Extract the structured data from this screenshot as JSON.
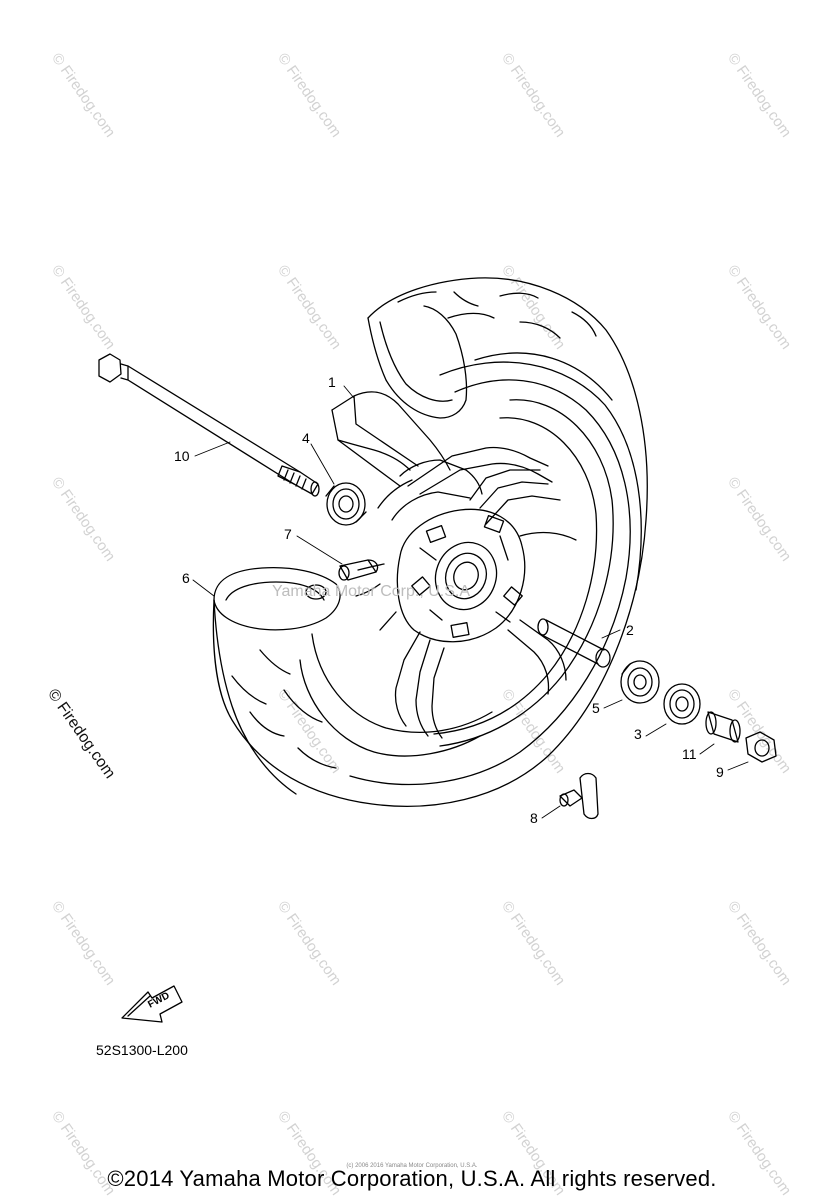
{
  "watermark": "© Firedog.com",
  "side_watermark": "© Firedog.com",
  "center_watermark": "Yamaha Motor Corp., U.S.A",
  "callouts": [
    "1",
    "2",
    "3",
    "4",
    "5",
    "6",
    "7",
    "8",
    "9",
    "10",
    "11"
  ],
  "fwd_label": "FWD",
  "diagram_code": "52S1300-L200",
  "fine_print": "(c) 2006 2016 Yamaha Motor Corporation, U.S.A.",
  "copyright": "©2014 Yamaha Motor Corporation, U.S.A. All rights reserved."
}
